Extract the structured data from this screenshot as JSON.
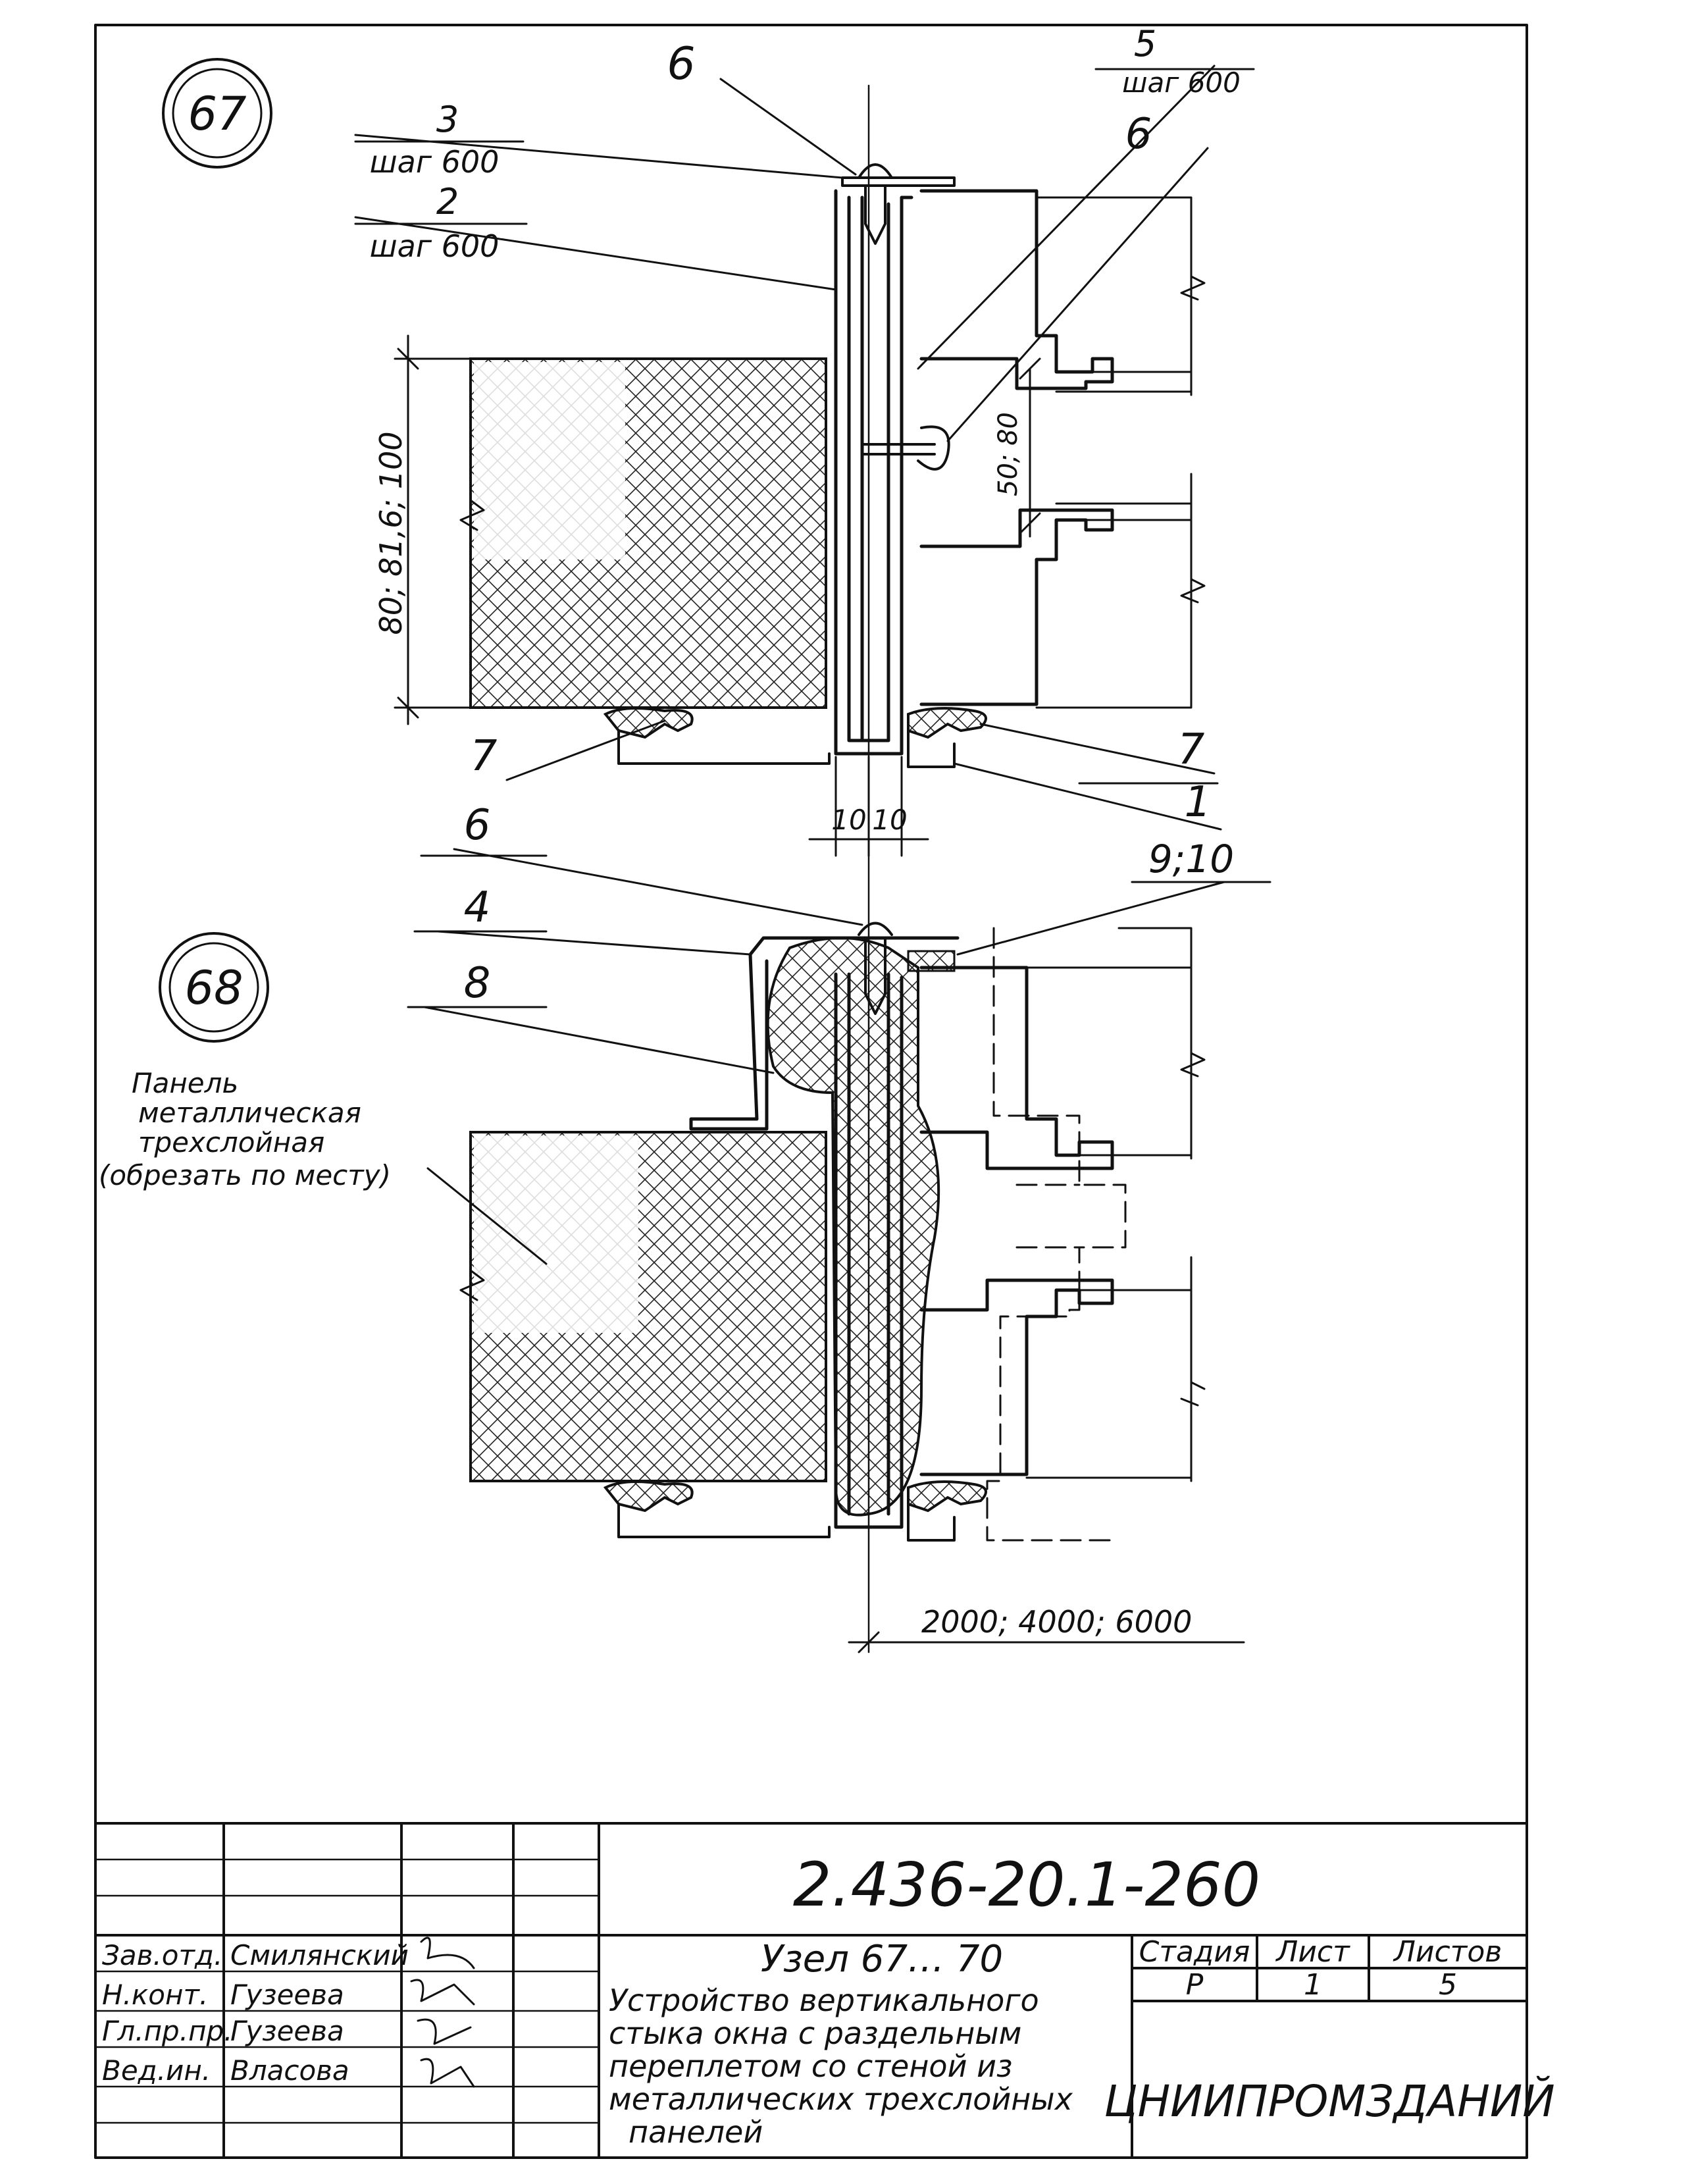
{
  "sheet": {
    "code": "2.436-20.1-260",
    "title": "Узел 67… 70",
    "description": [
      "Устройство вертикального",
      "стыка окна с раздельным",
      "переплетом со стеной из",
      "металлических трехслойных",
      "панелей"
    ],
    "stage_header": "Стадия",
    "sheet_header": "Лист",
    "sheets_header": "Листов",
    "stage": "Р",
    "sheet_no": "1",
    "sheets_total": "5",
    "organization": "ЦНИИПРОМЗДАНИЙ"
  },
  "signatures": [
    {
      "role": "Зав.отд.",
      "name": "Смилянский"
    },
    {
      "role": "Н.конт.",
      "name": "Гузеева"
    },
    {
      "role": "Гл.пр.пр.",
      "name": "Гузеева"
    },
    {
      "role": "Вед.ин.",
      "name": "Власова"
    }
  ],
  "detail67": {
    "number": "67",
    "labels": {
      "l6a": "6",
      "l3": "3",
      "l3_step": "шаг 600",
      "l2": "2",
      "l2_step": "шаг 600",
      "l5": "5",
      "l5_step": "шаг 600",
      "l6b": "6",
      "l7a": "7",
      "l7b": "7",
      "l1": "1"
    },
    "dims": {
      "height": "80; 81,6; 100",
      "gap": "50; 80",
      "d1": "10",
      "d2": "10"
    }
  },
  "detail68": {
    "number": "68",
    "labels": {
      "l6": "6",
      "l4": "4",
      "l8": "8",
      "l910": "9;10"
    },
    "panel_note": [
      "Панель",
      "металлическая",
      "трехслойная",
      "(обрезать по месту)"
    ],
    "dim_width": "2000; 4000; 6000"
  }
}
